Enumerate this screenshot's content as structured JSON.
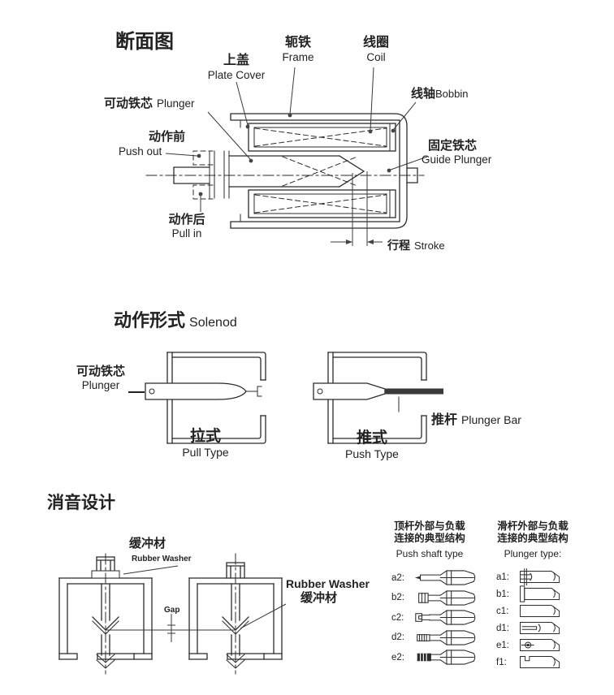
{
  "page": {
    "background": "#ffffff",
    "ink": "#2b2b2b"
  },
  "cross_section": {
    "title": "断面图",
    "plate_cover_zh": "上盖",
    "plate_cover_en": "Plate Cover",
    "frame_zh": "轭铁",
    "frame_en": "Frame",
    "coil_zh": "线圈",
    "coil_en": "Coil",
    "bobbin_zh": "线轴",
    "bobbin_en": "Bobbin",
    "plunger_zh": "可动铁芯",
    "plunger_en": "Plunger",
    "push_out_zh": "动作前",
    "push_out_en": "Push out",
    "guide_plunger_zh": "固定铁芯",
    "guide_plunger_en": "Guide Plunger",
    "pull_in_zh": "动作后",
    "pull_in_en": "Pull in",
    "stroke_zh": "行程",
    "stroke_en": "Stroke"
  },
  "action_type": {
    "title_zh": "动作形式",
    "title_en": "Solenod",
    "plunger_zh": "可动铁芯",
    "plunger_en": "Plunger",
    "pull_zh": "拉式",
    "pull_en": "Pull Type",
    "push_zh": "推式",
    "push_en": "Push Type",
    "plunger_bar_zh": "推杆",
    "plunger_bar_en": "Plunger Bar"
  },
  "silencer": {
    "title": "消音设计",
    "washer_zh": "缓冲材",
    "washer_en": "Rubber Washer",
    "washer2_en": "Rubber Washer",
    "washer2_zh": "缓冲材",
    "gap": "Gap",
    "push_shaft": {
      "heading_line1": "顶杆外部与负载",
      "heading_line2": "连接的典型结构",
      "heading_en": "Push shaft type",
      "rows": [
        {
          "label": "a2:"
        },
        {
          "label": "b2:"
        },
        {
          "label": "c2:"
        },
        {
          "label": "d2:"
        },
        {
          "label": "e2:"
        }
      ]
    },
    "plunger_type": {
      "heading_line1": "滑杆外部与负载",
      "heading_line2": "连接的典型结构",
      "heading_en": "Plunger type:",
      "rows": [
        {
          "label": "a1:"
        },
        {
          "label": "b1:"
        },
        {
          "label": "c1:"
        },
        {
          "label": "d1:"
        },
        {
          "label": "e1:"
        },
        {
          "label": "f1:"
        }
      ]
    }
  }
}
